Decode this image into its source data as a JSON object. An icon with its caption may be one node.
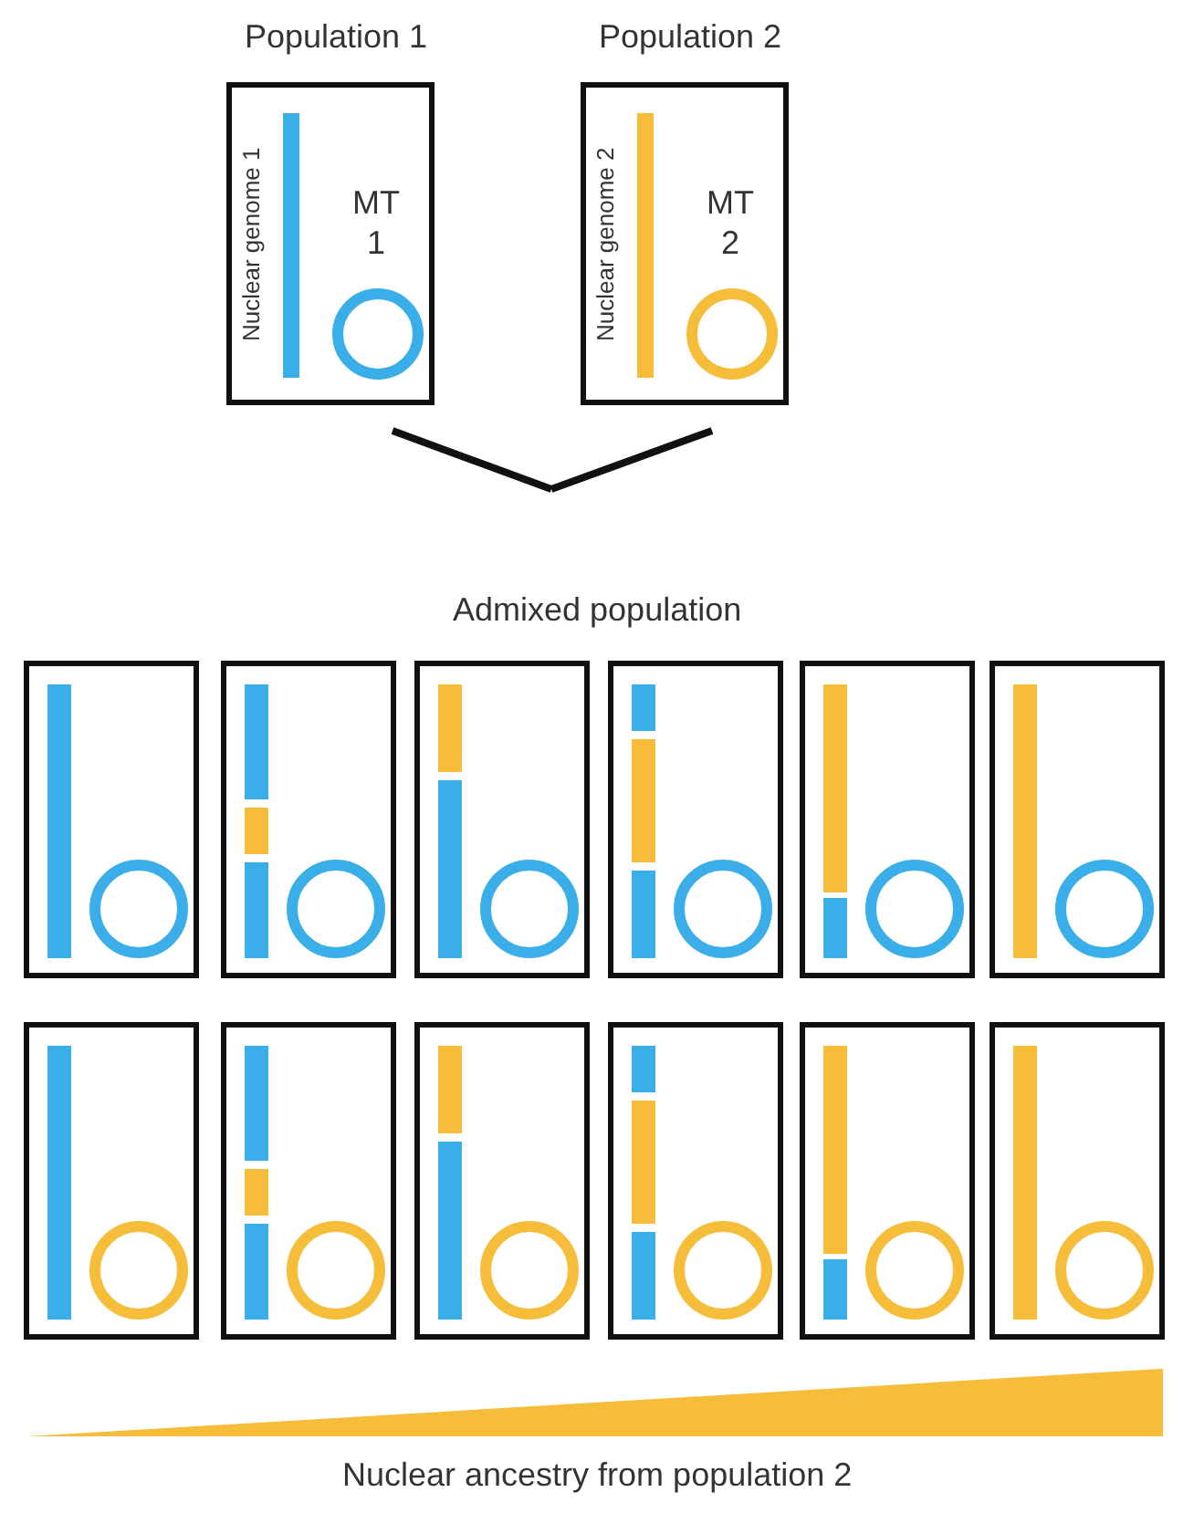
{
  "diagram": {
    "nodes": [
      {
        "text": [
          "Population 1",
          "Nuclear genome 1",
          "MT 1"
        ]
      },
      {
        "text": [
          "Population 2",
          "Nuclear genome 2",
          "MT 2"
        ]
      },
      {
        "text": [],
        "shape": "box"
      },
      {
        "text": [],
        "shape": "box"
      },
      {
        "text": [],
        "shape": "box"
      },
      {
        "text": [],
        "shape": "box"
      },
      {
        "text": [],
        "shape": "box"
      },
      {
        "text": [],
        "shape": "box"
      },
      {
        "text": [],
        "shape": "box"
      },
      {
        "text": [],
        "shape": "box"
      },
      {
        "text": [],
        "shape": "box"
      },
      {
        "text": [],
        "shape": "box"
      },
      {
        "text": [],
        "shape": "box"
      },
      {
        "text": [],
        "shape": "box"
      },
      {
        "text": [],
        "shape": "wedge"
      }
    ],
    "edges": [
      {
        "from": 0,
        "to": null,
        "arrow": "none"
      },
      {
        "from": 1,
        "to": null,
        "arrow": "none"
      }
    ],
    "labels": [
      "Admixed population",
      "Nuclear ancestry from population 2"
    ]
  }
}
